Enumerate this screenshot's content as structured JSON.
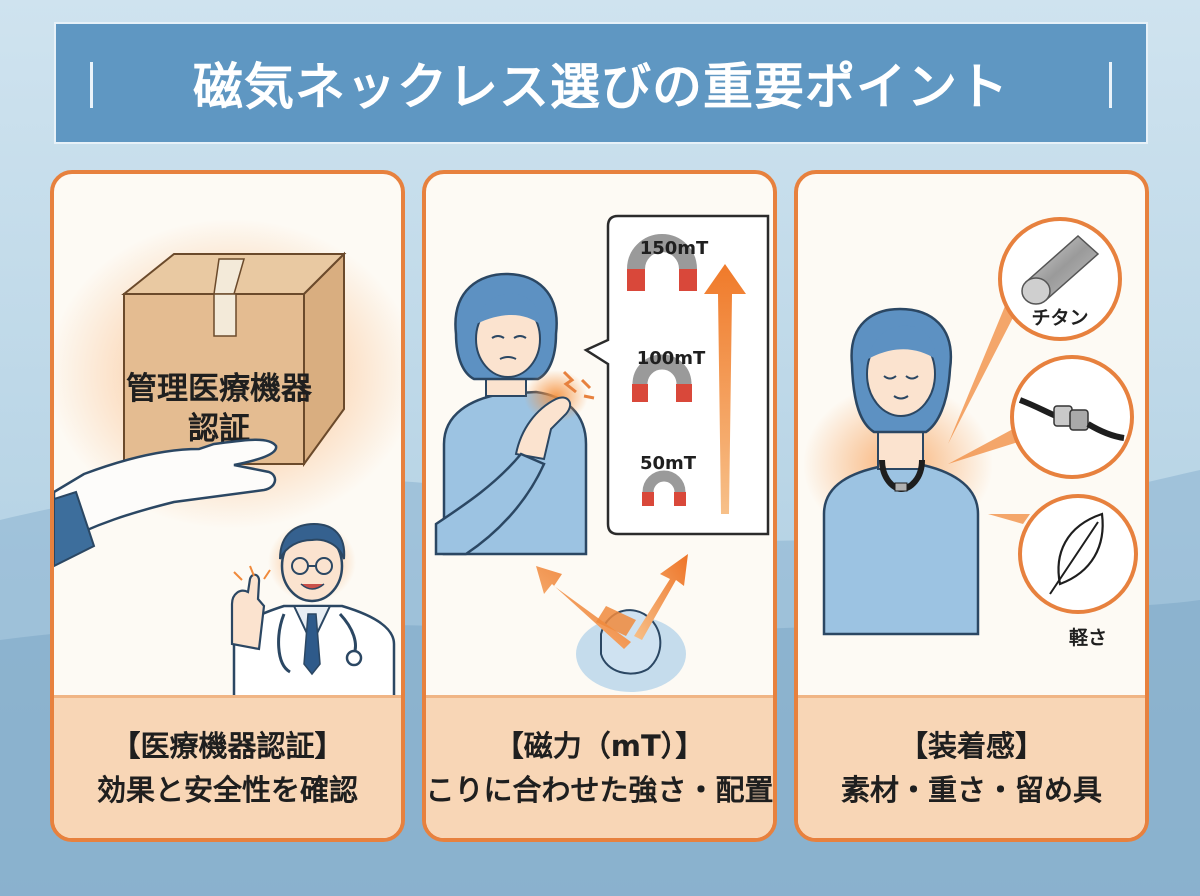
{
  "title": "磁気ネックレス選びの重要ポイント",
  "panels": [
    {
      "box_label_1": "管理医療機器",
      "box_label_2": "認証",
      "caption_1": "【医療機器認証】",
      "caption_2": "効果と安全性を確認"
    },
    {
      "magnets": [
        "150mT",
        "100mT",
        "50mT"
      ],
      "caption_1": "【磁力（mT）】",
      "caption_2": "こりに合わせた強さ・配置"
    },
    {
      "callouts": [
        "チタン",
        "軽さ"
      ],
      "caption_1": "【装着感】",
      "caption_2": "素材・重さ・留め具"
    }
  ],
  "colors": {
    "title_bg": "#5f97c2",
    "panel_border": "#e7813e",
    "caption_bg": "#f8d6b6",
    "accent": "#f08a3c"
  }
}
